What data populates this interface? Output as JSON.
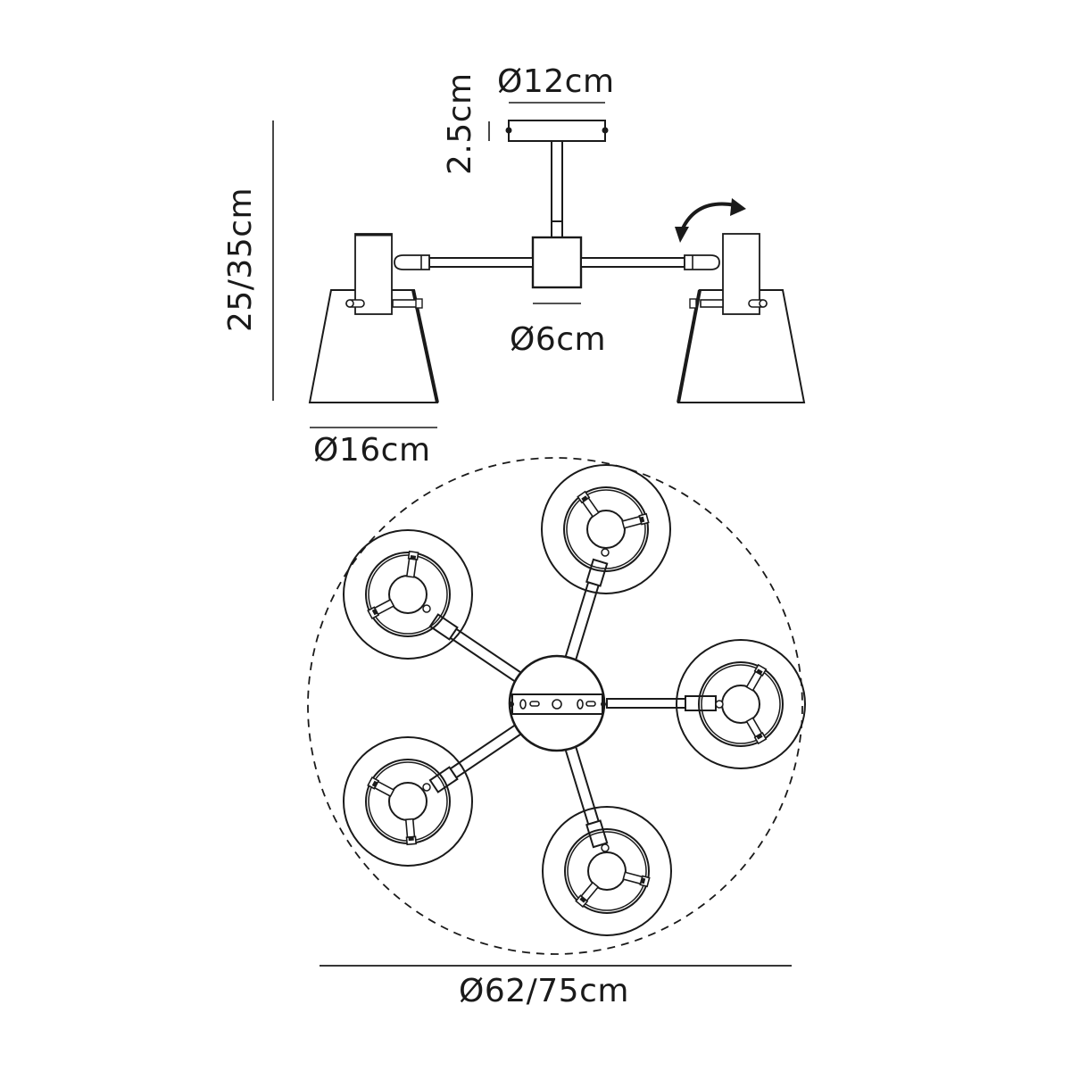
{
  "diagram": {
    "subject": "5-arm ceiling light with adjustable spot shades",
    "colors": {
      "line": "#1a1a1a",
      "background": "#ffffff"
    },
    "side_view": {
      "dimensions": {
        "ceiling_plate_diameter": "Ø12cm",
        "ceiling_plate_height": "2.5cm",
        "overall_height": "25/35cm",
        "hub_diameter": "Ø6cm",
        "shade_diameter": "Ø16cm"
      },
      "annotations": {
        "rotation_arrow": "adjustable-tilt"
      }
    },
    "top_view": {
      "arms": 5,
      "dimensions": {
        "overall_diameter": "Ø62/75cm"
      }
    }
  }
}
